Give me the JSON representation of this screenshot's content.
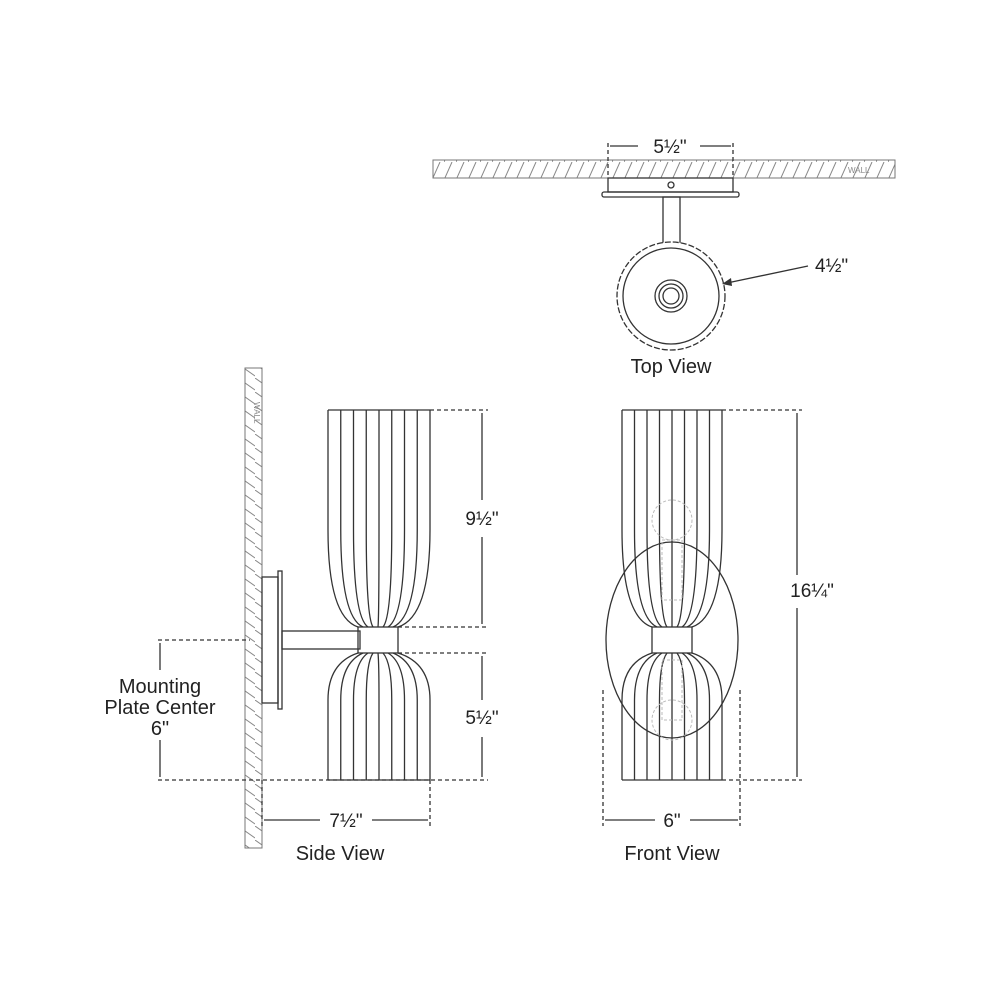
{
  "top_view": {
    "title": "Top View",
    "plate_width": "5½\"",
    "diameter": "4½\"",
    "wall_label": "WALL"
  },
  "side_view": {
    "title": "Side View",
    "upper_height": "9½\"",
    "lower_height": "5½\"",
    "extension": "7½\"",
    "wall_label": "WALL",
    "mounting_label_1": "Mounting",
    "mounting_label_2": "Plate Center",
    "mounting_value": "6\""
  },
  "front_view": {
    "title": "Front View",
    "overall_height": "16¼\"",
    "width": "6\""
  }
}
